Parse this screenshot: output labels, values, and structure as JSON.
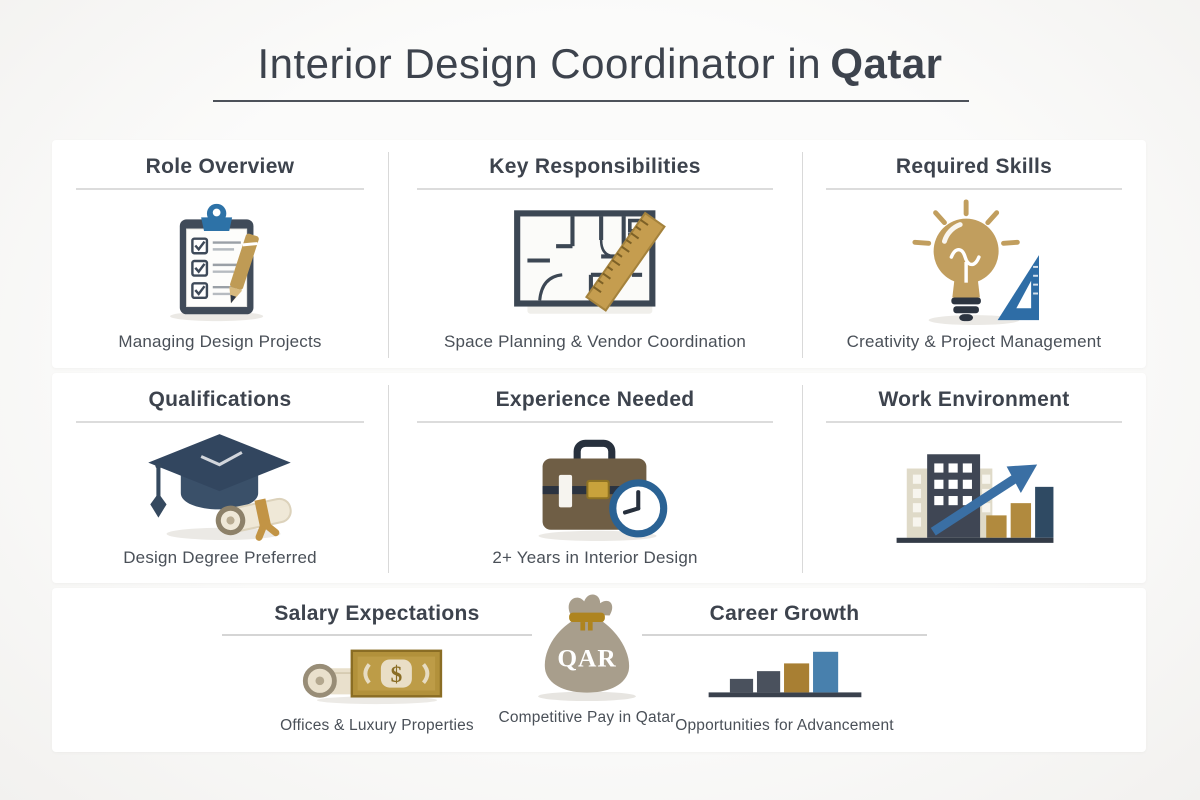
{
  "title": {
    "text_regular": "Interior Design Coordinator in",
    "text_bold": "Qatar"
  },
  "sections": {
    "role_overview": {
      "heading": "Role Overview",
      "caption": "Managing Design Projects",
      "icon": "clipboard-checklist-icon"
    },
    "key_responsibilities": {
      "heading": "Key Responsibilities",
      "caption": "Space Planning & Vendor Coordination",
      "icon": "floorplan-ruler-icon"
    },
    "required_skills": {
      "heading": "Required Skills",
      "caption": "Creativity & Project Management",
      "icon": "lightbulb-setsquare-icon"
    },
    "qualifications": {
      "heading": "Qualifications",
      "caption": "Design Degree Preferred",
      "icon": "graduation-cap-diploma-icon"
    },
    "experience_needed": {
      "heading": "Experience Needed",
      "caption": "2+ Years in Interior Design",
      "icon": "briefcase-clock-icon"
    },
    "work_environment": {
      "heading": "Work Environment",
      "caption": "",
      "icon": "buildings-growth-chart-icon"
    },
    "salary_expectations": {
      "heading": "Salary Expectations",
      "caption": "Offices & Luxury Properties",
      "currency_symbol": "$",
      "icon": "banknote-roll-icon"
    },
    "money_bag": {
      "label": "QAR",
      "caption": "Competitive Pay in Qatar",
      "icon": "money-bag-icon"
    },
    "career_growth": {
      "heading": "Career Growth",
      "caption": "Opportunities for Advancement",
      "icon": "growth-bar-chart-icon"
    }
  },
  "colors": {
    "background": "#f8f8f6",
    "card": "#ffffff",
    "heading_text": "#3d434d",
    "caption_text": "#4a5058",
    "divider": "#d9d9d9",
    "title_underline": "#4d525a",
    "accent_gold": "#c09c55",
    "accent_blue": "#2e6da6",
    "accent_slate": "#3e4a59",
    "accent_brown": "#6f5e45",
    "accent_taupe": "#a89e8c",
    "bar_gold": "#b18a3e",
    "bar_navy": "#2f4a63"
  }
}
